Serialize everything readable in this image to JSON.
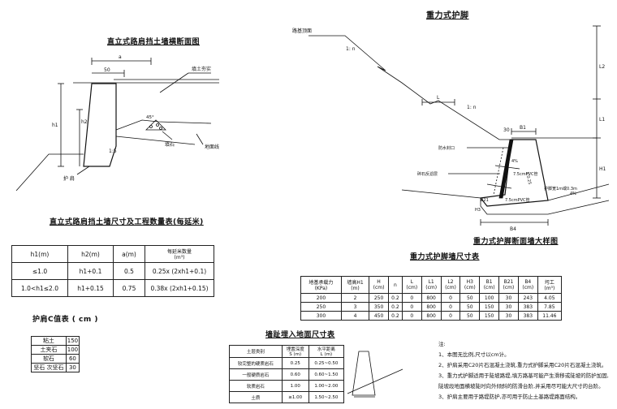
{
  "left_section": {
    "title": "直立式路肩挡土墙横断面图",
    "label_a": "a",
    "label_50": "50",
    "label_fill": "填土夯实",
    "label_h1": "h1",
    "label_h2": "h2",
    "label_slope": "1:5",
    "label_45": "45°",
    "label_stone": "填石",
    "label_ground": "地面线",
    "label_guard": "护 肩"
  },
  "gravity": {
    "title": "重力式护脚",
    "label_roadbed": "路基顶面",
    "label_1n_a": "1: n",
    "label_1n_b": "1: n",
    "label_L": "L",
    "label_30": "30",
    "label_B1": "B1",
    "label_L2": "L2",
    "label_L1": "L1",
    "label_H1": "H1",
    "label_seal": "防水封口",
    "label_filter": "碎石反滤层",
    "label_pvc1": "7.5cmPVC管",
    "label_pvc2": "7.5cmPVC管",
    "label_4pct_a": "4%",
    "label_4pct_b": "4%",
    "label_ratio": "1:0.25",
    "label_B21": "B21",
    "label_H3": "H3",
    "label_B4": "B4",
    "label_width": "护脚宽1m或0.3m",
    "subtitle": "重力式护脚断面墙大样图"
  },
  "h1_table": {
    "title": "直立式路肩挡土墙尺寸及工程数量表(每延米)",
    "headers": [
      "h1(m)",
      "h2(m)",
      "a(m)",
      "每延米数量"
    ],
    "qty_unit": "(m³)",
    "rows": [
      [
        "≤1.0",
        "h1+0.1",
        "0.5",
        "0.25x (2xh1+0.1)"
      ],
      [
        "1.0<h1≤2.0",
        "h1+0.15",
        "0.75",
        "0.38x (2xh1+0.15)"
      ]
    ]
  },
  "c_table": {
    "title": "护肩C值表 ( cm )",
    "rows": [
      [
        "粘土",
        "150"
      ],
      [
        "土夹石",
        "100"
      ],
      [
        "软石",
        "60"
      ],
      [
        "坚石 次坚石",
        "30"
      ]
    ]
  },
  "grav_table": {
    "title": "重力式护脚墙尺寸表",
    "headers": [
      [
        "地基承载力",
        "(KPa)"
      ],
      [
        "墙高H1",
        "(m)"
      ],
      [
        "H",
        "(cm)"
      ],
      [
        "n",
        ""
      ],
      [
        "L",
        "(cm)"
      ],
      [
        "L1",
        "(cm)"
      ],
      [
        "L2",
        "(cm)"
      ],
      [
        "H3",
        "(cm)"
      ],
      [
        "B1",
        "(cm)"
      ],
      [
        "B21",
        "(cm)"
      ],
      [
        "B4",
        "(cm)"
      ],
      [
        "圬工",
        "(m³)"
      ]
    ],
    "rows": [
      [
        "200",
        "2",
        "250",
        "0.2",
        "0",
        "800",
        "0",
        "50",
        "100",
        "30",
        "243",
        "4.05"
      ],
      [
        "250",
        "3",
        "350",
        "0.2",
        "0",
        "800",
        "0",
        "50",
        "150",
        "30",
        "383",
        "7.85"
      ],
      [
        "300",
        "4",
        "450",
        "0.2",
        "0",
        "800",
        "0",
        "50",
        "150",
        "30",
        "383",
        "11.46"
      ]
    ]
  },
  "embed_table": {
    "title": "墙趾埋入地面尺寸表",
    "headers": [
      [
        "土层类别",
        ""
      ],
      [
        "埋置深度",
        "S (m)"
      ],
      [
        "水平距离",
        "L (m)"
      ]
    ],
    "rows": [
      [
        "较完整的硬质岩石",
        "0.25",
        "0.25~0.50"
      ],
      [
        "一般硬质岩石",
        "0.60",
        "0.60~1.50"
      ],
      [
        "软质岩石",
        "1.00",
        "1.00~2.00"
      ],
      [
        "土质",
        "≥1.00",
        "1.50~2.50"
      ]
    ]
  },
  "notes": {
    "heading": "注:",
    "items": [
      "1、本图无比例,尺寸以cm计。",
      "2、护肩采用C20片石混凝土浇筑,重力式护脚采用C20片石混凝土浇筑。",
      "3、重力式护脚适用于陡坡路堤,填方路基可能产生滑移或陡坡的防护加固,",
      "   陡坡段地面横坡陡时向外倾斜的防滑台阶,并采用尽可能大尺寸的台阶。",
      "3、护肩主要用于路堤防护,亦可用于防止土基路堤路面结构。"
    ]
  }
}
